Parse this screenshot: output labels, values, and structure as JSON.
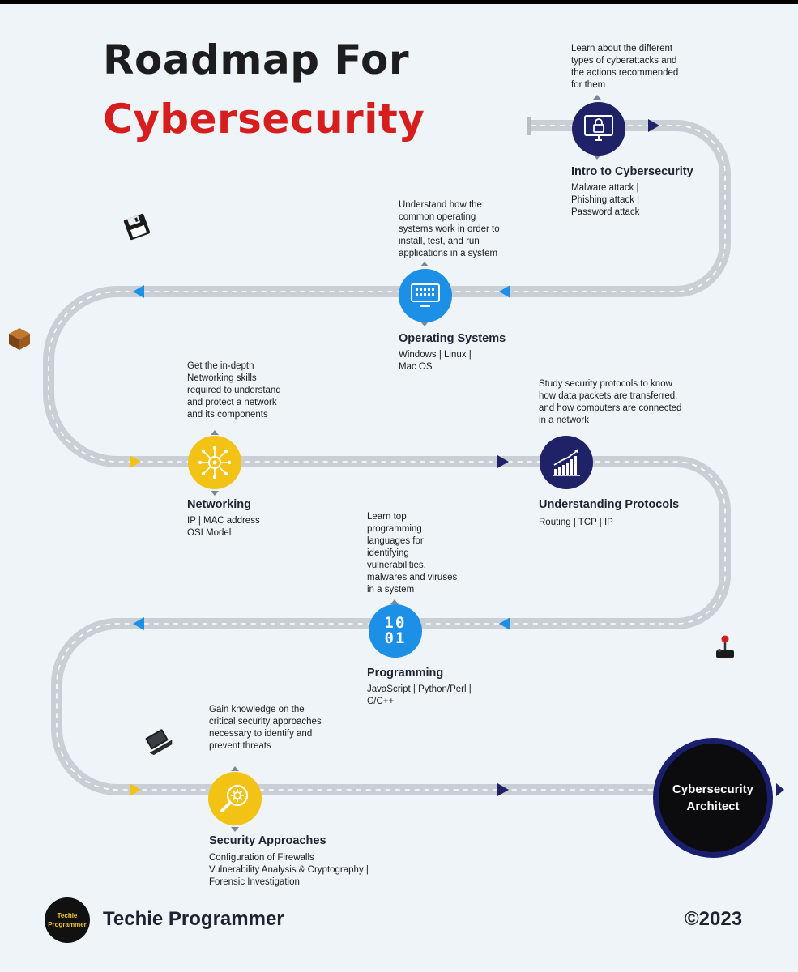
{
  "title": {
    "line1": "Roadmap For",
    "line2": "Cybersecurity"
  },
  "colors": {
    "accent_red": "#d61e1e",
    "road": "#c7cdd3",
    "dark_node": "#1f2266",
    "blue_node": "#1c8fe6",
    "yellow_node": "#f2c314"
  },
  "steps": [
    {
      "heading": "Intro to Cybersecurity",
      "description": [
        "Learn about the different",
        "types of cyberattacks and",
        "the actions recommended",
        "for them"
      ],
      "topics": [
        "Malware attack |",
        "Phishing attack |",
        "Password attack"
      ],
      "icon": "monitor-lock-icon"
    },
    {
      "heading": "Operating Systems",
      "description": [
        "Understand how the",
        "common operating",
        "systems work in order to",
        "install, test, and run",
        "applications in a system"
      ],
      "topics": [
        "Windows | Linux |",
        "Mac OS"
      ],
      "icon": "keyboard-monitor-icon"
    },
    {
      "heading": "Networking",
      "description": [
        "Get the in-depth",
        "Networking skills",
        "required to understand",
        "and protect a network",
        "and its components"
      ],
      "topics": [
        "IP | MAC address",
        "OSI Model"
      ],
      "icon": "network-hub-icon"
    },
    {
      "heading": "Understanding Protocols",
      "description": [
        "Study security protocols to know",
        "how data packets are transferred,",
        "and how computers are connected",
        "in a network"
      ],
      "topics": [
        "Routing  | TCP | IP"
      ],
      "icon": "chart-growth-icon"
    },
    {
      "heading": "Programming",
      "description": [
        "Learn top",
        "programming",
        "languages for",
        "identifying",
        "vulnerabilities,",
        "malwares and viruses",
        "in a system"
      ],
      "topics": [
        "JavaScript | Python/Perl |",
        "C/C++"
      ],
      "icon": "binary-icon",
      "icon_text": [
        "10",
        "01"
      ]
    },
    {
      "heading": "Security Approaches",
      "description": [
        "Gain knowledge on the",
        "critical security approaches",
        "necessary to identify and",
        "prevent threats"
      ],
      "topics": [
        "Configuration of Firewalls |",
        "Vulnerability Analysis & Cryptography |",
        "Forensic Investigation"
      ],
      "icon": "magnifier-gear-icon"
    }
  ],
  "goal": {
    "line1": "Cybersecurity",
    "line2": "Architect"
  },
  "footer": {
    "logo_line1": "Techie",
    "logo_line2": "Programmer",
    "brand": "Techie Programmer",
    "copyright": "©2023"
  }
}
